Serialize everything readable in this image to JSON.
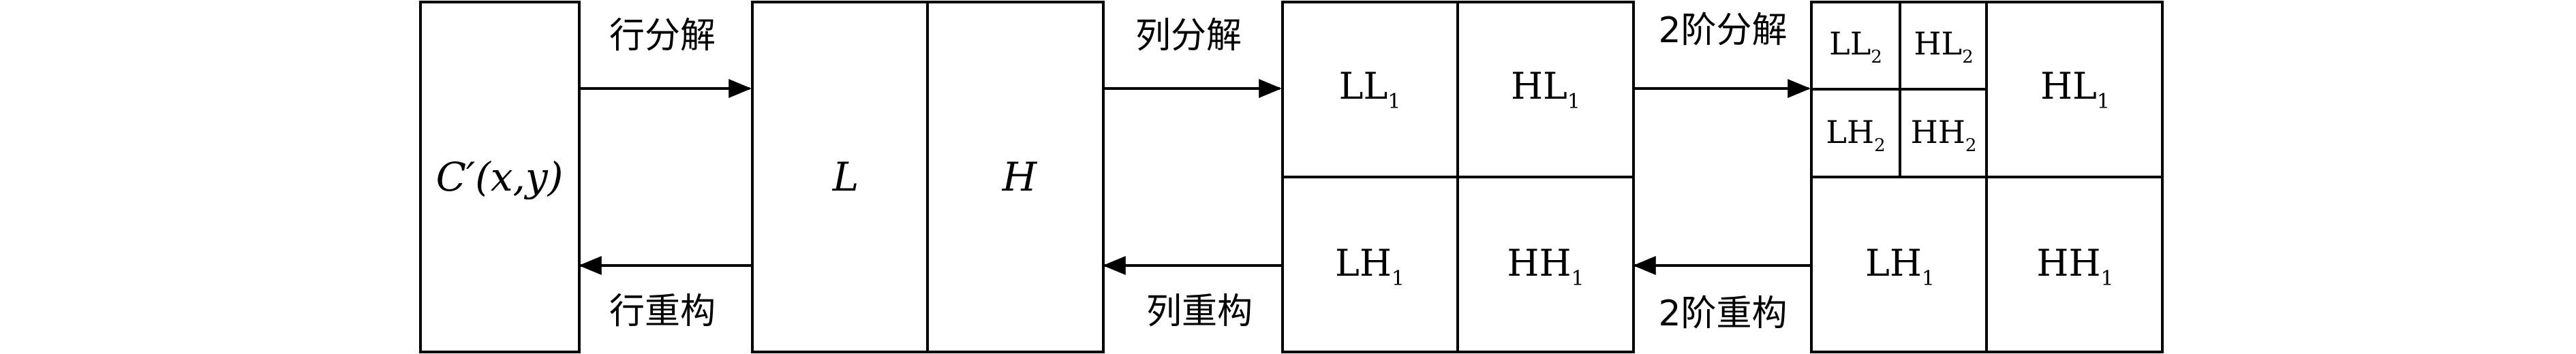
{
  "source": {
    "label": "C′(x,y)"
  },
  "stage1": {
    "left": "L",
    "right": "H"
  },
  "stage2": {
    "ll": {
      "base": "LL",
      "sub": "1"
    },
    "hl": {
      "base": "HL",
      "sub": "1"
    },
    "lh": {
      "base": "LH",
      "sub": "1"
    },
    "hh": {
      "base": "HH",
      "sub": "1"
    }
  },
  "stage3": {
    "ll2": {
      "base": "LL",
      "sub": "2"
    },
    "hl2": {
      "base": "HL",
      "sub": "2"
    },
    "lh2": {
      "base": "LH",
      "sub": "2"
    },
    "hh2": {
      "base": "HH",
      "sub": "2"
    },
    "hl1": {
      "base": "HL",
      "sub": "1"
    },
    "lh1": {
      "base": "LH",
      "sub": "1"
    },
    "hh1": {
      "base": "HH",
      "sub": "1"
    }
  },
  "arrows": {
    "row_decompose": "行分解",
    "row_reconstruct": "行重构",
    "col_decompose": "列分解",
    "col_reconstruct": "列重构",
    "level2_decompose": "2阶分解",
    "level2_reconstruct": "2阶重构"
  }
}
